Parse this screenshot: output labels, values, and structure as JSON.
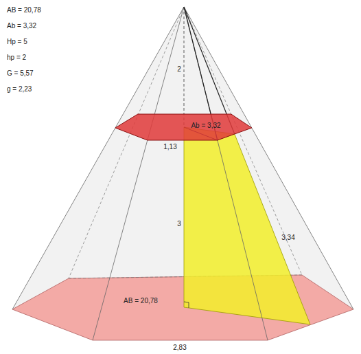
{
  "diagram": {
    "nodes": [
      {
        "text": [
          "Ab = 3,32"
        ]
      },
      {
        "text": [
          "AB = 20,78"
        ]
      }
    ],
    "labels": [
      "AB = 20,78",
      "Ab = 3,32",
      "Hp = 5",
      "hp = 2",
      "G = 5,57",
      "g = 2,23",
      "2",
      "1,13",
      "3",
      "3,34",
      "2,83"
    ]
  }
}
